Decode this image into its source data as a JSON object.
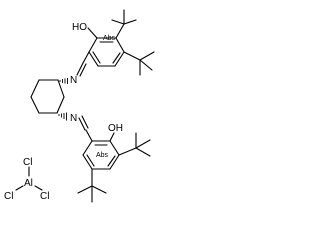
{
  "structure": {
    "atoms": {
      "oh_top": "HO",
      "n_top": "N",
      "n_bottom": "N",
      "oh_bottom": "OH",
      "al": "Al",
      "cl_top": "Cl",
      "cl_left": "Cl",
      "cl_right": "Cl"
    },
    "abs_top": "Abs",
    "abs_bottom": "Abs"
  },
  "colors": {
    "ink": "#000000",
    "background": "#ffffff"
  }
}
